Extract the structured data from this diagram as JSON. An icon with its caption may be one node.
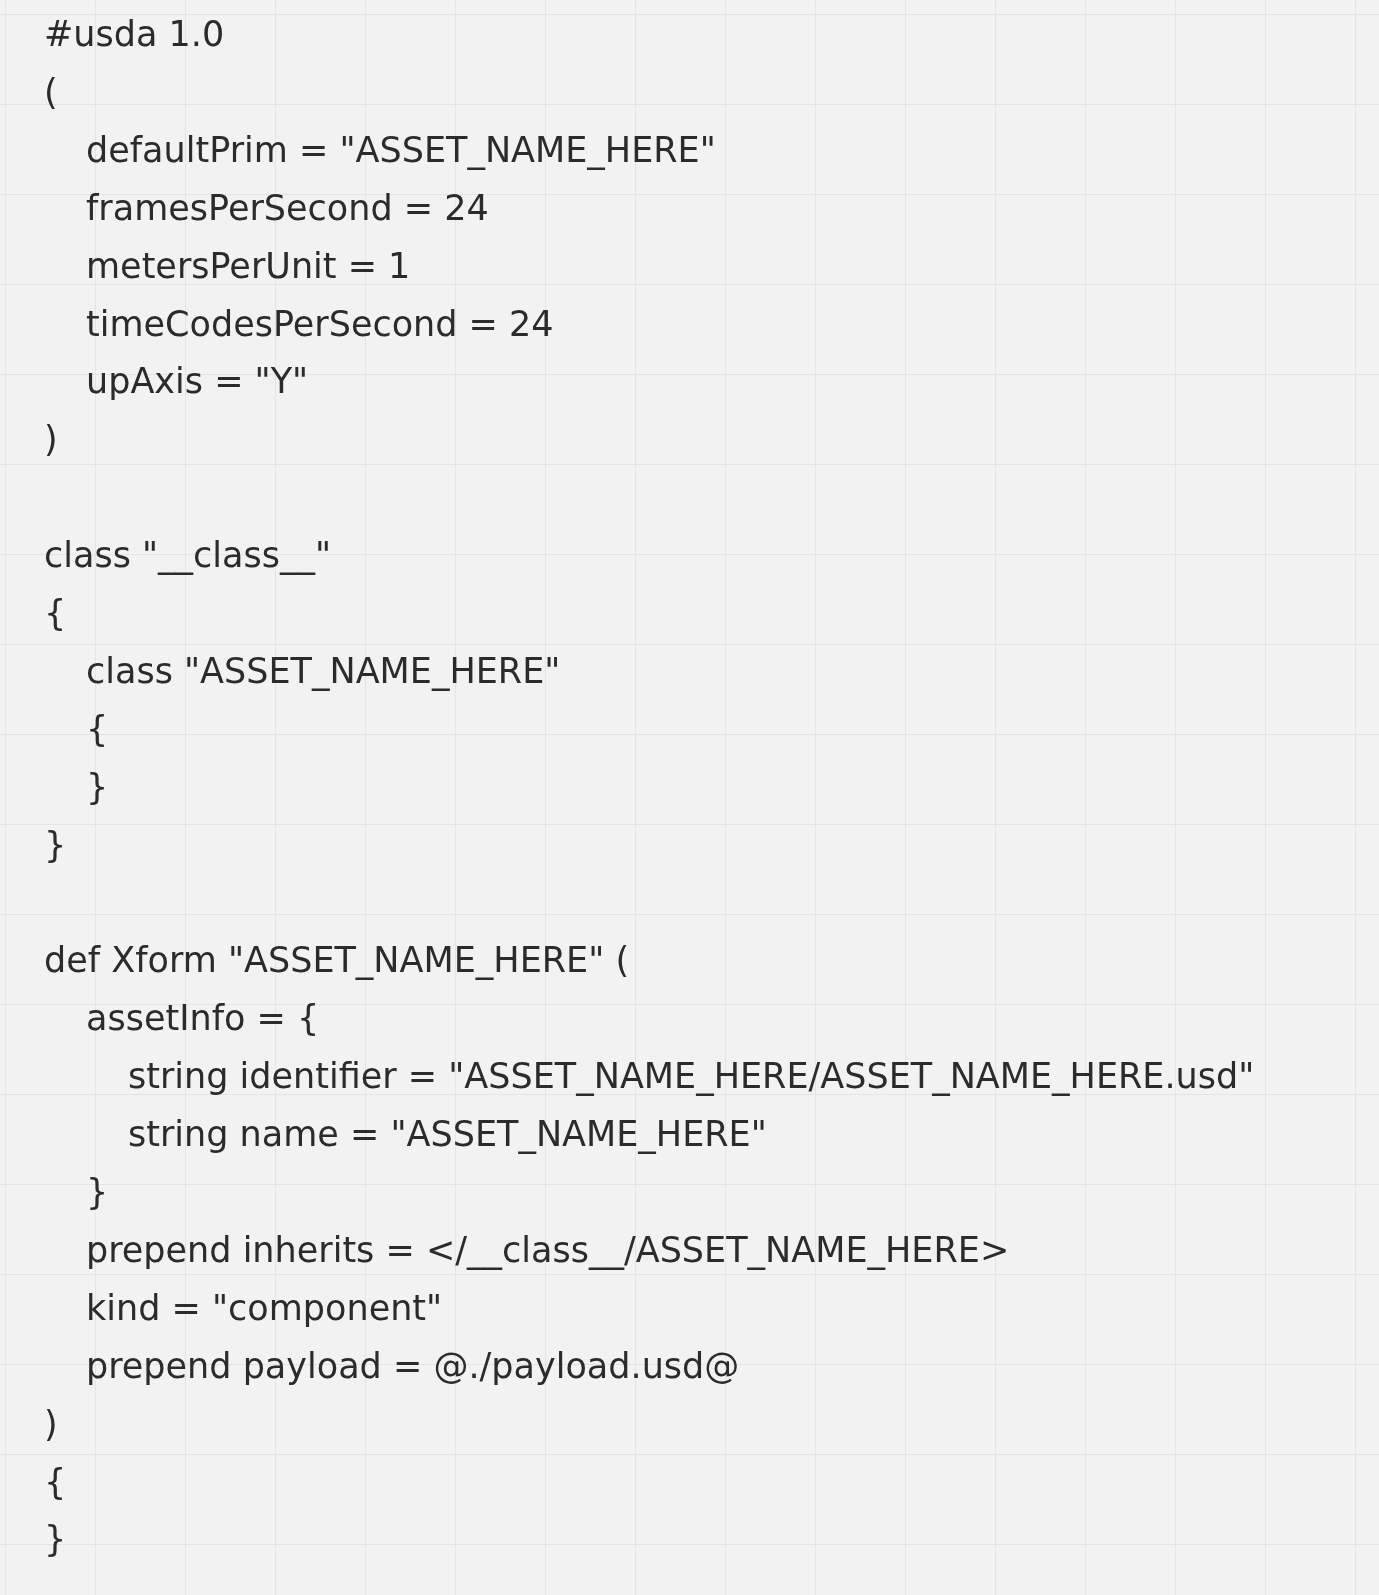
{
  "diagram": {
    "labels": [
      "#usda 1.0",
      "(",
      "defaultPrim = \"ASSET_NAME_HERE\"",
      "framesPerSecond = 24",
      "metersPerUnit = 1",
      "timeCodesPerSecond = 24",
      "upAxis = \"Y\"",
      ")",
      "class \"__class__\"",
      "{",
      "class \"ASSET_NAME_HERE\"",
      "{",
      "}",
      "}",
      "def Xform \"ASSET_NAME_HERE\" (",
      "assetInfo = {",
      "string identifier = \"ASSET_NAME_HERE/ASSET_NAME_HERE.usd\"",
      "string name = \"ASSET_NAME_HERE\"",
      "}",
      "prepend inherits = </__class__/ASSET_NAME_HERE>",
      "kind = \"component\"",
      "prepend payload = @./payload.usd@",
      ")",
      "{",
      "}"
    ]
  }
}
